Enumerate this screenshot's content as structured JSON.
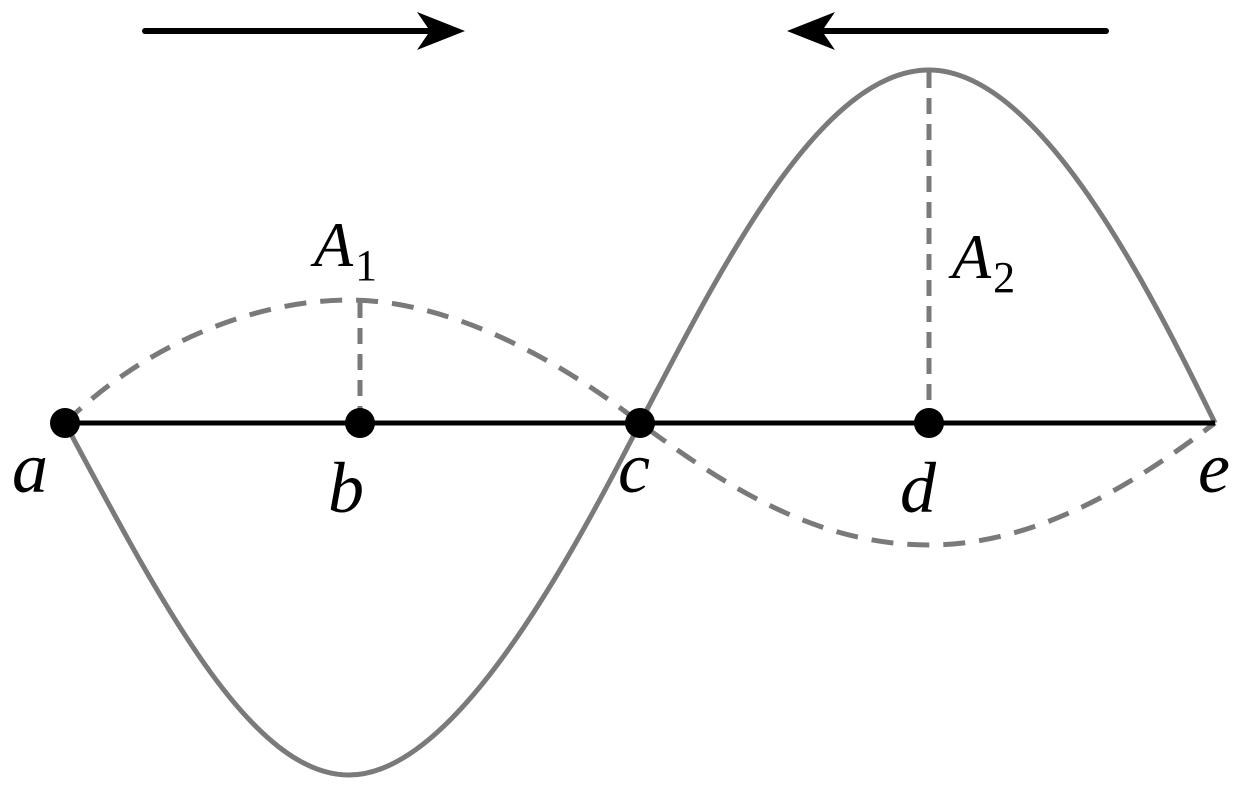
{
  "colors": {
    "axis": "#000000",
    "wave": "#7a7a7a",
    "arrow": "#000000"
  },
  "points": {
    "a": "a",
    "b": "b",
    "c": "c",
    "d": "d",
    "e": "e"
  },
  "amplitudes": {
    "A1": {
      "main": "A",
      "sub": "1"
    },
    "A2": {
      "main": "A",
      "sub": "2"
    }
  },
  "arrows": {
    "left_arrow": "right-pointing-arrow",
    "right_arrow": "left-pointing-arrow"
  }
}
